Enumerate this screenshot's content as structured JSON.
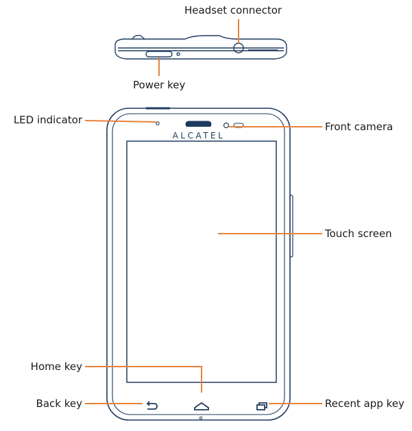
{
  "labels": {
    "headset_connector": "Headset connector",
    "power_key": "Power key",
    "led_indicator": "LED indicator",
    "front_camera": "Front camera",
    "touch_screen": "Touch screen",
    "home_key": "Home key",
    "back_key": "Back key",
    "recent_app_key": "Recent app key"
  },
  "brand": "ALCATEL",
  "colors": {
    "callout": "#E8823A",
    "outline": "#1E3A5F",
    "text": "#1A1A1A"
  }
}
